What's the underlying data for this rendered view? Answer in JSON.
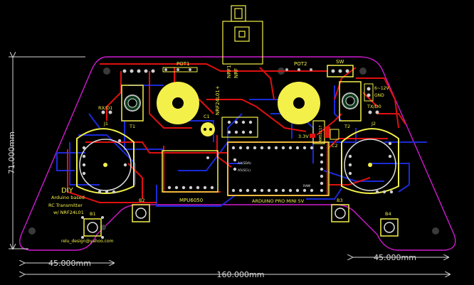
{
  "labels": {
    "pot1": "POT1",
    "pot2": "POT2",
    "sw": "SW",
    "nrf1": "NRF1",
    "nrf": "NRF",
    "nrf24l01p": "NRF24L01+",
    "v612": "6~12V",
    "gnd": "GND",
    "rxd1": "RX/D1",
    "txd0": "TX/D0",
    "j1": "J1",
    "j2": "J2",
    "t1": "T1",
    "t2": "T2",
    "c1": "C1",
    "c2": "C2",
    "v33": "3.3V",
    "ams": "AMS1117",
    "mpu": "MPU6050",
    "arduino": "ARDUINO PRO MINI 5V",
    "b1": "B1",
    "b2": "B2",
    "b3": "B3",
    "b4": "B4",
    "diy": "DIY",
    "desc1": "Arduino based",
    "desc2": "RC Transmitter",
    "desc3": "w/ NRF24L01",
    "email": "relu_design@yahoo.com",
    "pin_sda": "A4(SDA)",
    "pin_scl": "A5(SCL)",
    "pin_raw": "RAW"
  },
  "dimensions": {
    "height": "71.000mm",
    "left": "45.000mm",
    "right": "45.000mm",
    "width": "160.000mm"
  },
  "colors": {
    "board_outline": "#d01ad0",
    "top_trace": "#e01010",
    "bottom_trace": "#1a2ad8",
    "silkscreen": "#f4f04a",
    "dimension": "#d9d9d9"
  }
}
